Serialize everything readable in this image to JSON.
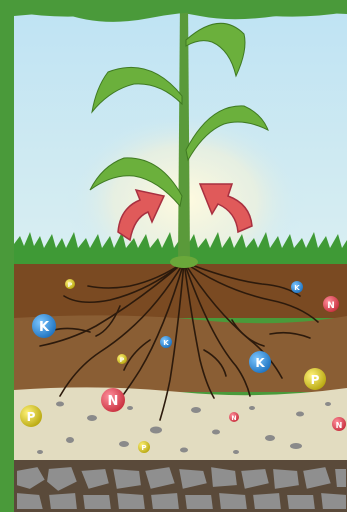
{
  "nutrients": {
    "potassium": "K",
    "nitrogen": "N",
    "phosphorus": "P"
  },
  "colors": {
    "frame_green": "#4a9a3a",
    "sky": "#c8e8f4",
    "grass": "#3f9a36",
    "topsoil": "#7a4a22",
    "subsoil": "#8a5e34",
    "sand": "#e2dcc0",
    "bedrock": "#5a4a3a",
    "stone": "#8a8a8a",
    "stem": "#5a9a3a",
    "leaf": "#6bb03c",
    "root": "#2c1a0c",
    "arrow": "#e05a5a",
    "potassium_blue": "#2f8fd8",
    "nitrogen_red": "#e04a5a",
    "phosphorus_yellow": "#d8c820"
  },
  "arrows": [
    {
      "name": "uptake-arrow-left",
      "icon": "curved-arrow-up-right"
    },
    {
      "name": "uptake-arrow-right",
      "icon": "curved-arrow-up-left"
    }
  ]
}
